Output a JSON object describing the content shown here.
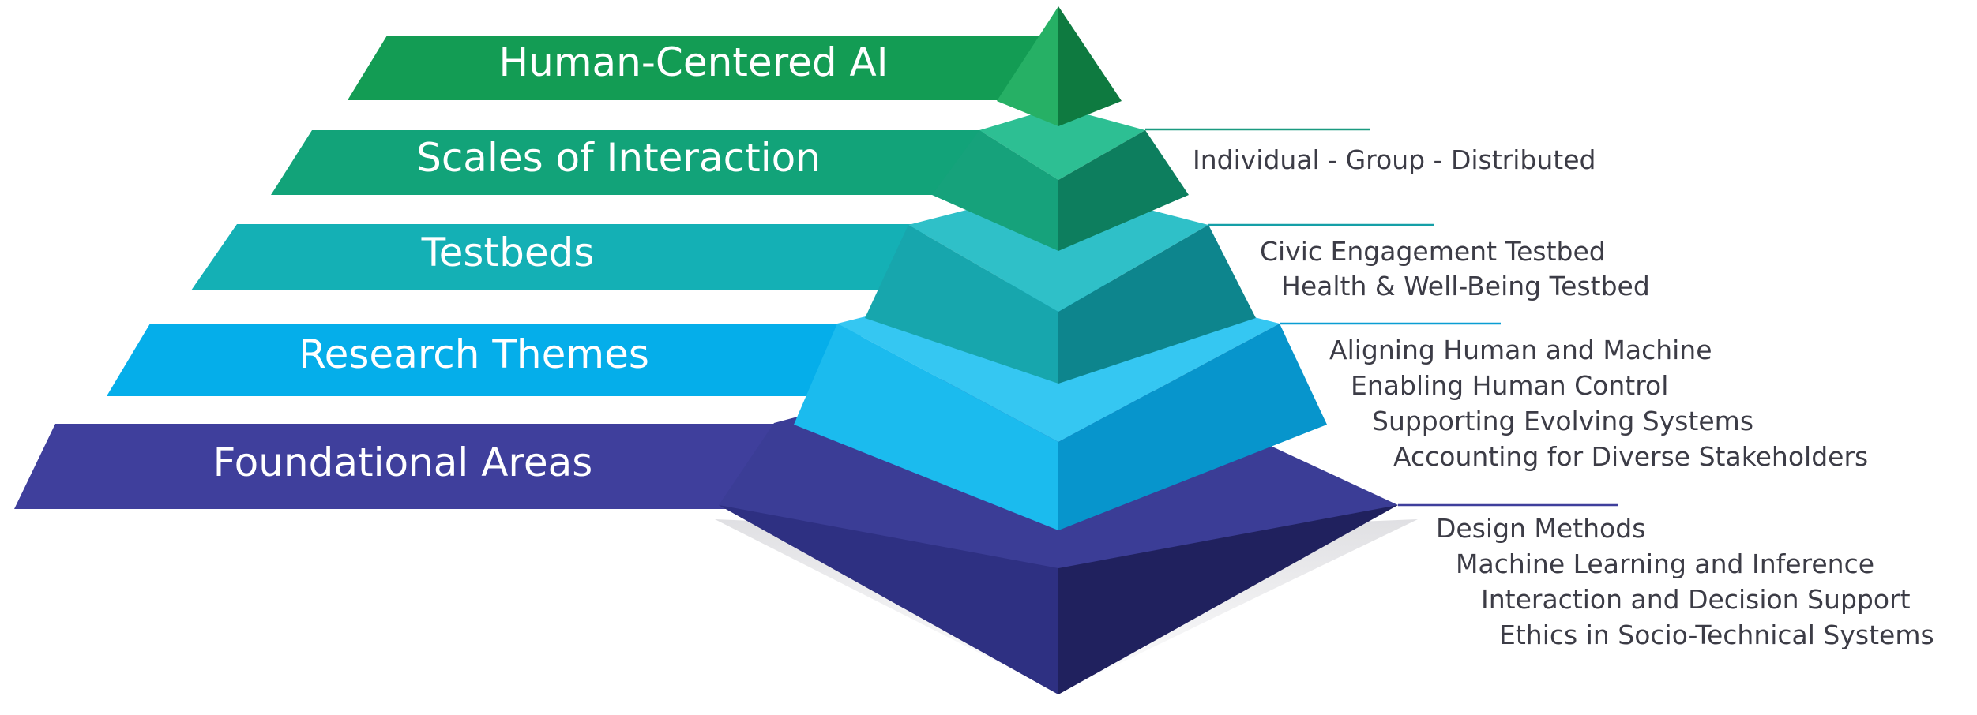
{
  "tiers": [
    {
      "label": "Human-Centered AI",
      "color": "#139c54",
      "details": []
    },
    {
      "label": "Scales of Interaction",
      "color": "#12a379",
      "details": [
        "Individual - Group - Distributed"
      ]
    },
    {
      "label": "Testbeds",
      "color": "#14b0b5",
      "details": [
        "Civic Engagement Testbed",
        "Health & Well-Being Testbed"
      ]
    },
    {
      "label": "Research Themes",
      "color": "#05aeea",
      "details": [
        "Aligning Human and Machine",
        "Enabling Human Control",
        "Supporting Evolving Systems",
        "Accounting for Diverse Stakeholders"
      ]
    },
    {
      "label": "Foundational Areas",
      "color": "#3f3f9c",
      "details": [
        "Design Methods",
        "Machine Learning and Inference",
        "Interaction and Decision Support",
        "Ethics in Socio-Technical Systems"
      ]
    }
  ]
}
